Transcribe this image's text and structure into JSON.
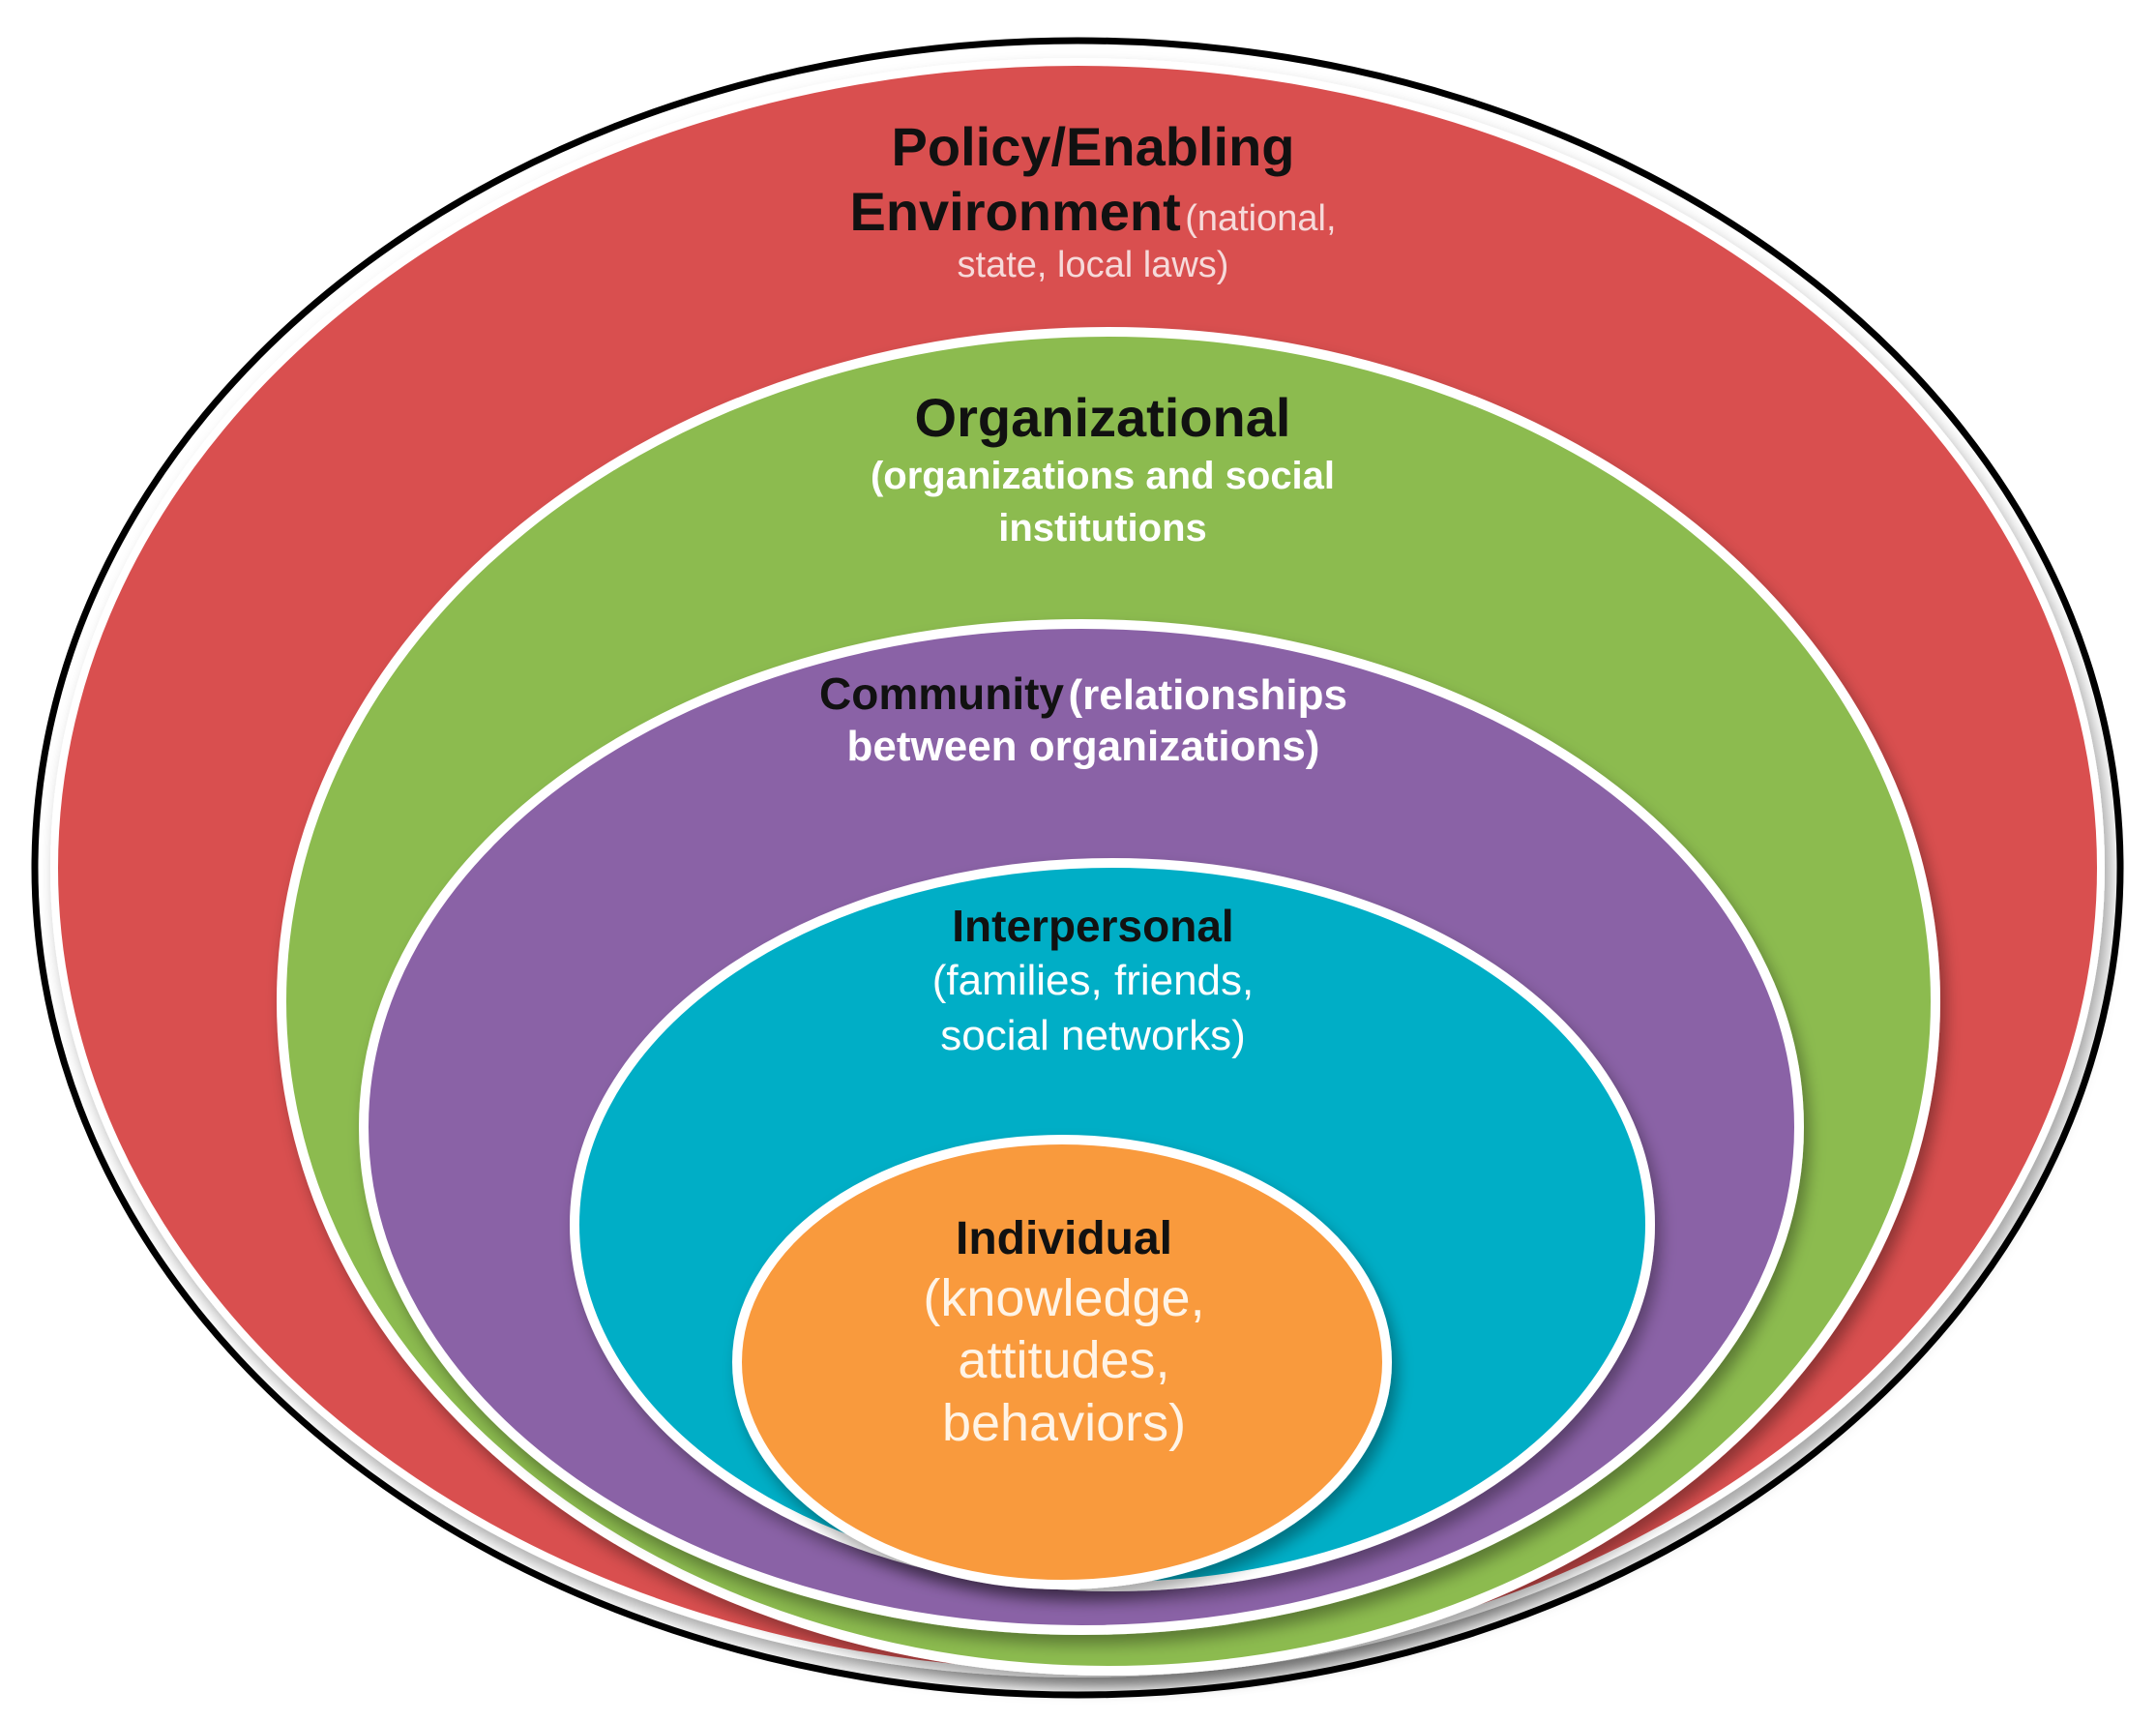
{
  "colors": {
    "policy": "#d94f4f",
    "organizational": "#8cbb4f",
    "community": "#8a62a6",
    "interpersonal": "#00aec6",
    "individual": "#f99a3d",
    "ring_outline": "#ffffff",
    "outer_outline": "#000000"
  },
  "levels": {
    "policy": {
      "title_line1": "Policy/Enabling",
      "title_line2": "Environment",
      "desc_line1": "(national,",
      "desc_line2": "state, local  laws)"
    },
    "organizational": {
      "title": "Organizational",
      "desc_line1": "(organizations and social",
      "desc_line2": "institutions"
    },
    "community": {
      "title": "Community",
      "desc_line1": "(relationships",
      "desc_line2": "between  organizations)"
    },
    "interpersonal": {
      "title": "Interpersonal",
      "desc_line1": "(families, friends,",
      "desc_line2": "social networks)"
    },
    "individual": {
      "title": "Individual",
      "desc_line1": "(knowledge,",
      "desc_line2": "attitudes,",
      "desc_line3": "behaviors)"
    }
  }
}
